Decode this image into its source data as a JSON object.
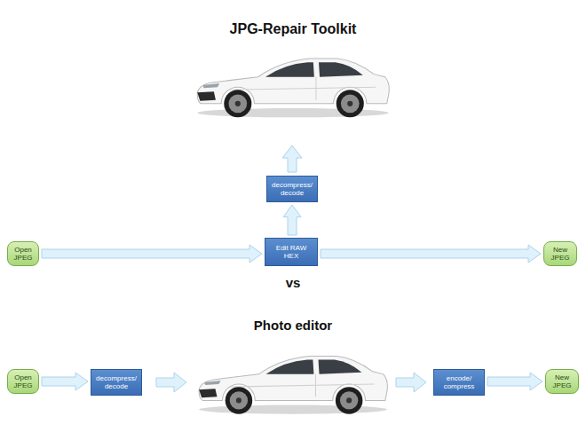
{
  "diagram": {
    "title": "JPG-Repair Toolkit",
    "nodes": [
      {
        "text": [
          "Open JPEG"
        ]
      },
      {
        "text": [
          "Edit RAW HEX"
        ]
      },
      {
        "text": [
          "decompress/ decode"
        ]
      },
      {
        "text": [
          "New JPEG"
        ]
      },
      {
        "text": [
          "Open JPEG"
        ]
      },
      {
        "text": [
          "decompress/ decode"
        ]
      },
      {
        "text": [
          "encode/ compress"
        ]
      },
      {
        "text": [
          "New JPEG"
        ]
      }
    ],
    "edges": [
      {
        "from": 0,
        "to": 1,
        "arrow": "to"
      },
      {
        "from": 1,
        "to": 3,
        "arrow": "to"
      },
      {
        "from": 1,
        "to": 2,
        "arrow": "to"
      },
      {
        "from": 4,
        "to": 5,
        "arrow": "to"
      },
      {
        "from": 6,
        "to": 7,
        "arrow": "to"
      }
    ],
    "labels": [
      "vs",
      "Photo editor"
    ]
  }
}
